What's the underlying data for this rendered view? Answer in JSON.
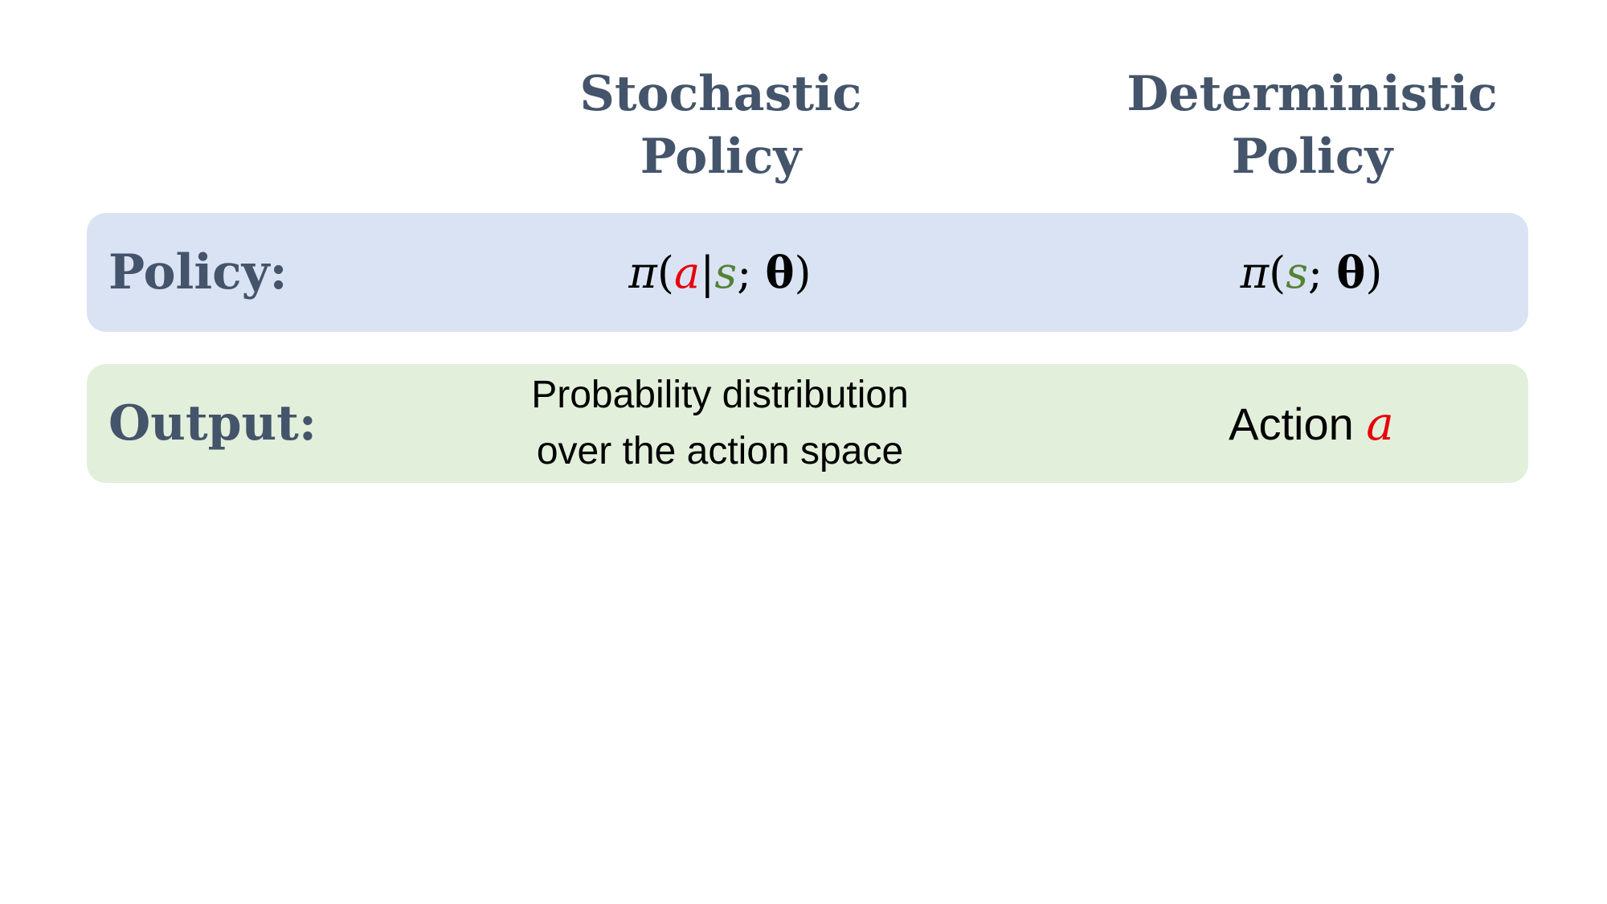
{
  "columns": {
    "stochastic": {
      "line1": "Stochastic",
      "line2": "Policy"
    },
    "deterministic": {
      "line1": "Deterministic",
      "line2": "Policy"
    }
  },
  "rows": {
    "policy": {
      "label": "Policy:",
      "stochastic": {
        "pi": "π",
        "open": "(",
        "action": "a",
        "bar": "|",
        "state": "s",
        "semi": ";",
        "theta": "θ",
        "close": ")"
      },
      "deterministic": {
        "pi": "π",
        "open": "(",
        "state": "s",
        "semi": ";",
        "theta": "θ",
        "close": ")"
      }
    },
    "output": {
      "label": "Output:",
      "stochastic": {
        "line1": "Probability distribution",
        "line2": "over the action space"
      },
      "deterministic": {
        "text": "Action ",
        "symbol": "a"
      }
    }
  },
  "colors": {
    "header_text": "#44546a",
    "policy_row_bg": "#dae3f3",
    "output_row_bg": "#e2efda",
    "action_symbol": "#e8000b",
    "state_symbol": "#548235"
  }
}
